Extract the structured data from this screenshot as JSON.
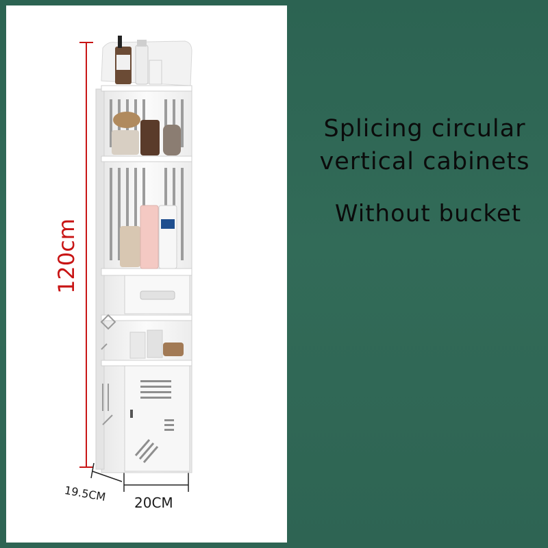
{
  "headline": {
    "line1": "Splicing circular",
    "line2": "vertical cabinets"
  },
  "subheadline": "Without bucket",
  "dimensions": {
    "height": "120cm",
    "depth": "19.5CM",
    "width": "20CM"
  },
  "colors": {
    "background": "#2f6755",
    "panel": "#ffffff",
    "dimension_line": "#c81414",
    "text": "#0b0b0b"
  }
}
